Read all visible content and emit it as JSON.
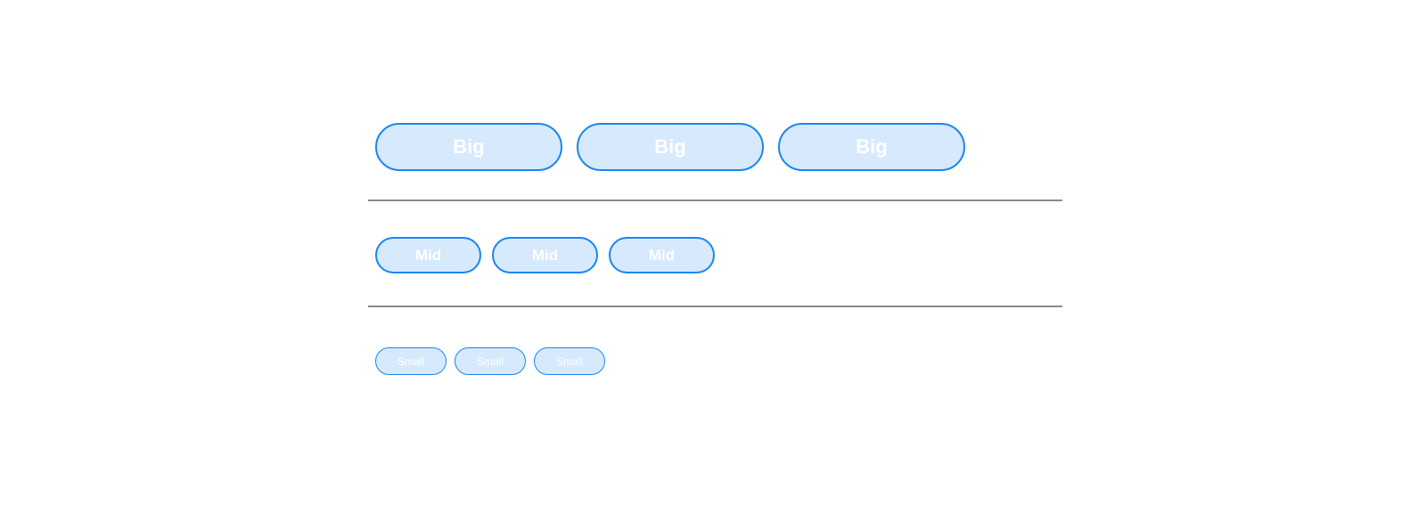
{
  "rows": {
    "big": {
      "buttons": [
        {
          "label": "Big"
        },
        {
          "label": "Big"
        },
        {
          "label": "Big"
        }
      ]
    },
    "mid": {
      "buttons": [
        {
          "label": "Mid"
        },
        {
          "label": "Mid"
        },
        {
          "label": "Mid"
        }
      ]
    },
    "small": {
      "buttons": [
        {
          "label": "Small"
        },
        {
          "label": "Small"
        },
        {
          "label": "Small"
        }
      ]
    }
  },
  "colors": {
    "button_fill": "#d7e9fd",
    "button_border": "#1a86f0",
    "button_text": "#ffffff",
    "divider": "#8a8a8a"
  }
}
